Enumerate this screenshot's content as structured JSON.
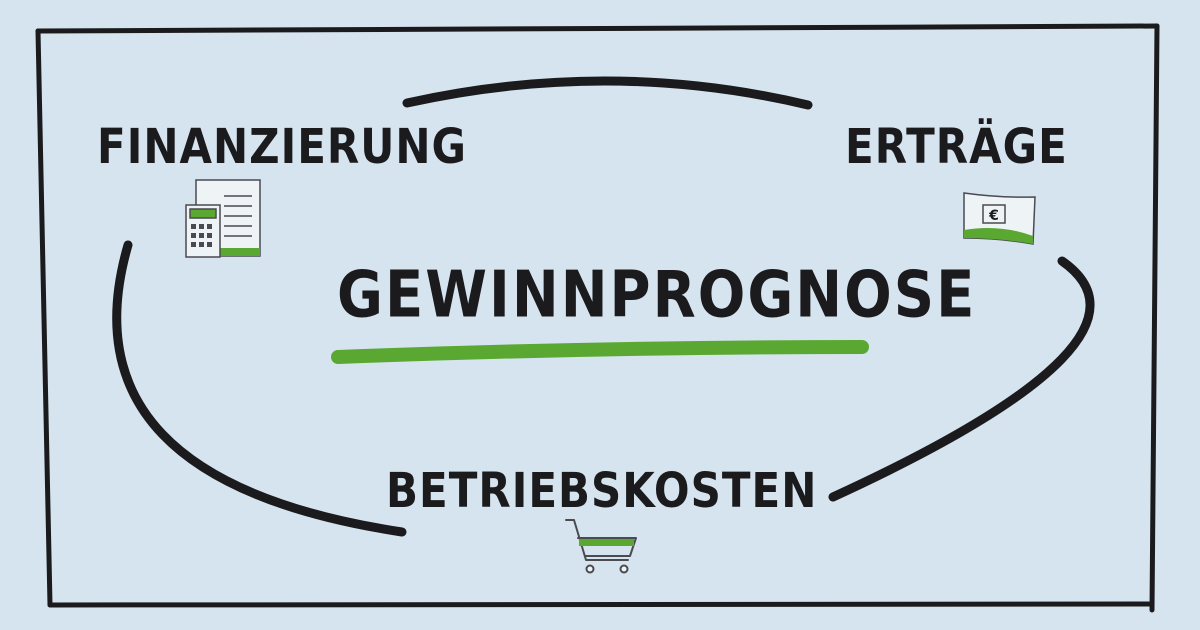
{
  "diagram": {
    "center_label": "GEWINNPROGNOSE",
    "nodes": [
      {
        "id": "finanzierung",
        "label": "FINANZIERUNG",
        "icon": "calculator-document-icon"
      },
      {
        "id": "ertraege",
        "label": "ERTRÄGE",
        "icon": "euro-banknote-icon"
      },
      {
        "id": "betriebskosten",
        "label": "BETRIEBSKOSTEN",
        "icon": "shopping-cart-icon"
      }
    ],
    "icon_symbols": {
      "banknote": "€"
    },
    "colors": {
      "background": "#d6e4ef",
      "ink": "#1b1b1e",
      "accent_green": "#5aa832"
    }
  }
}
